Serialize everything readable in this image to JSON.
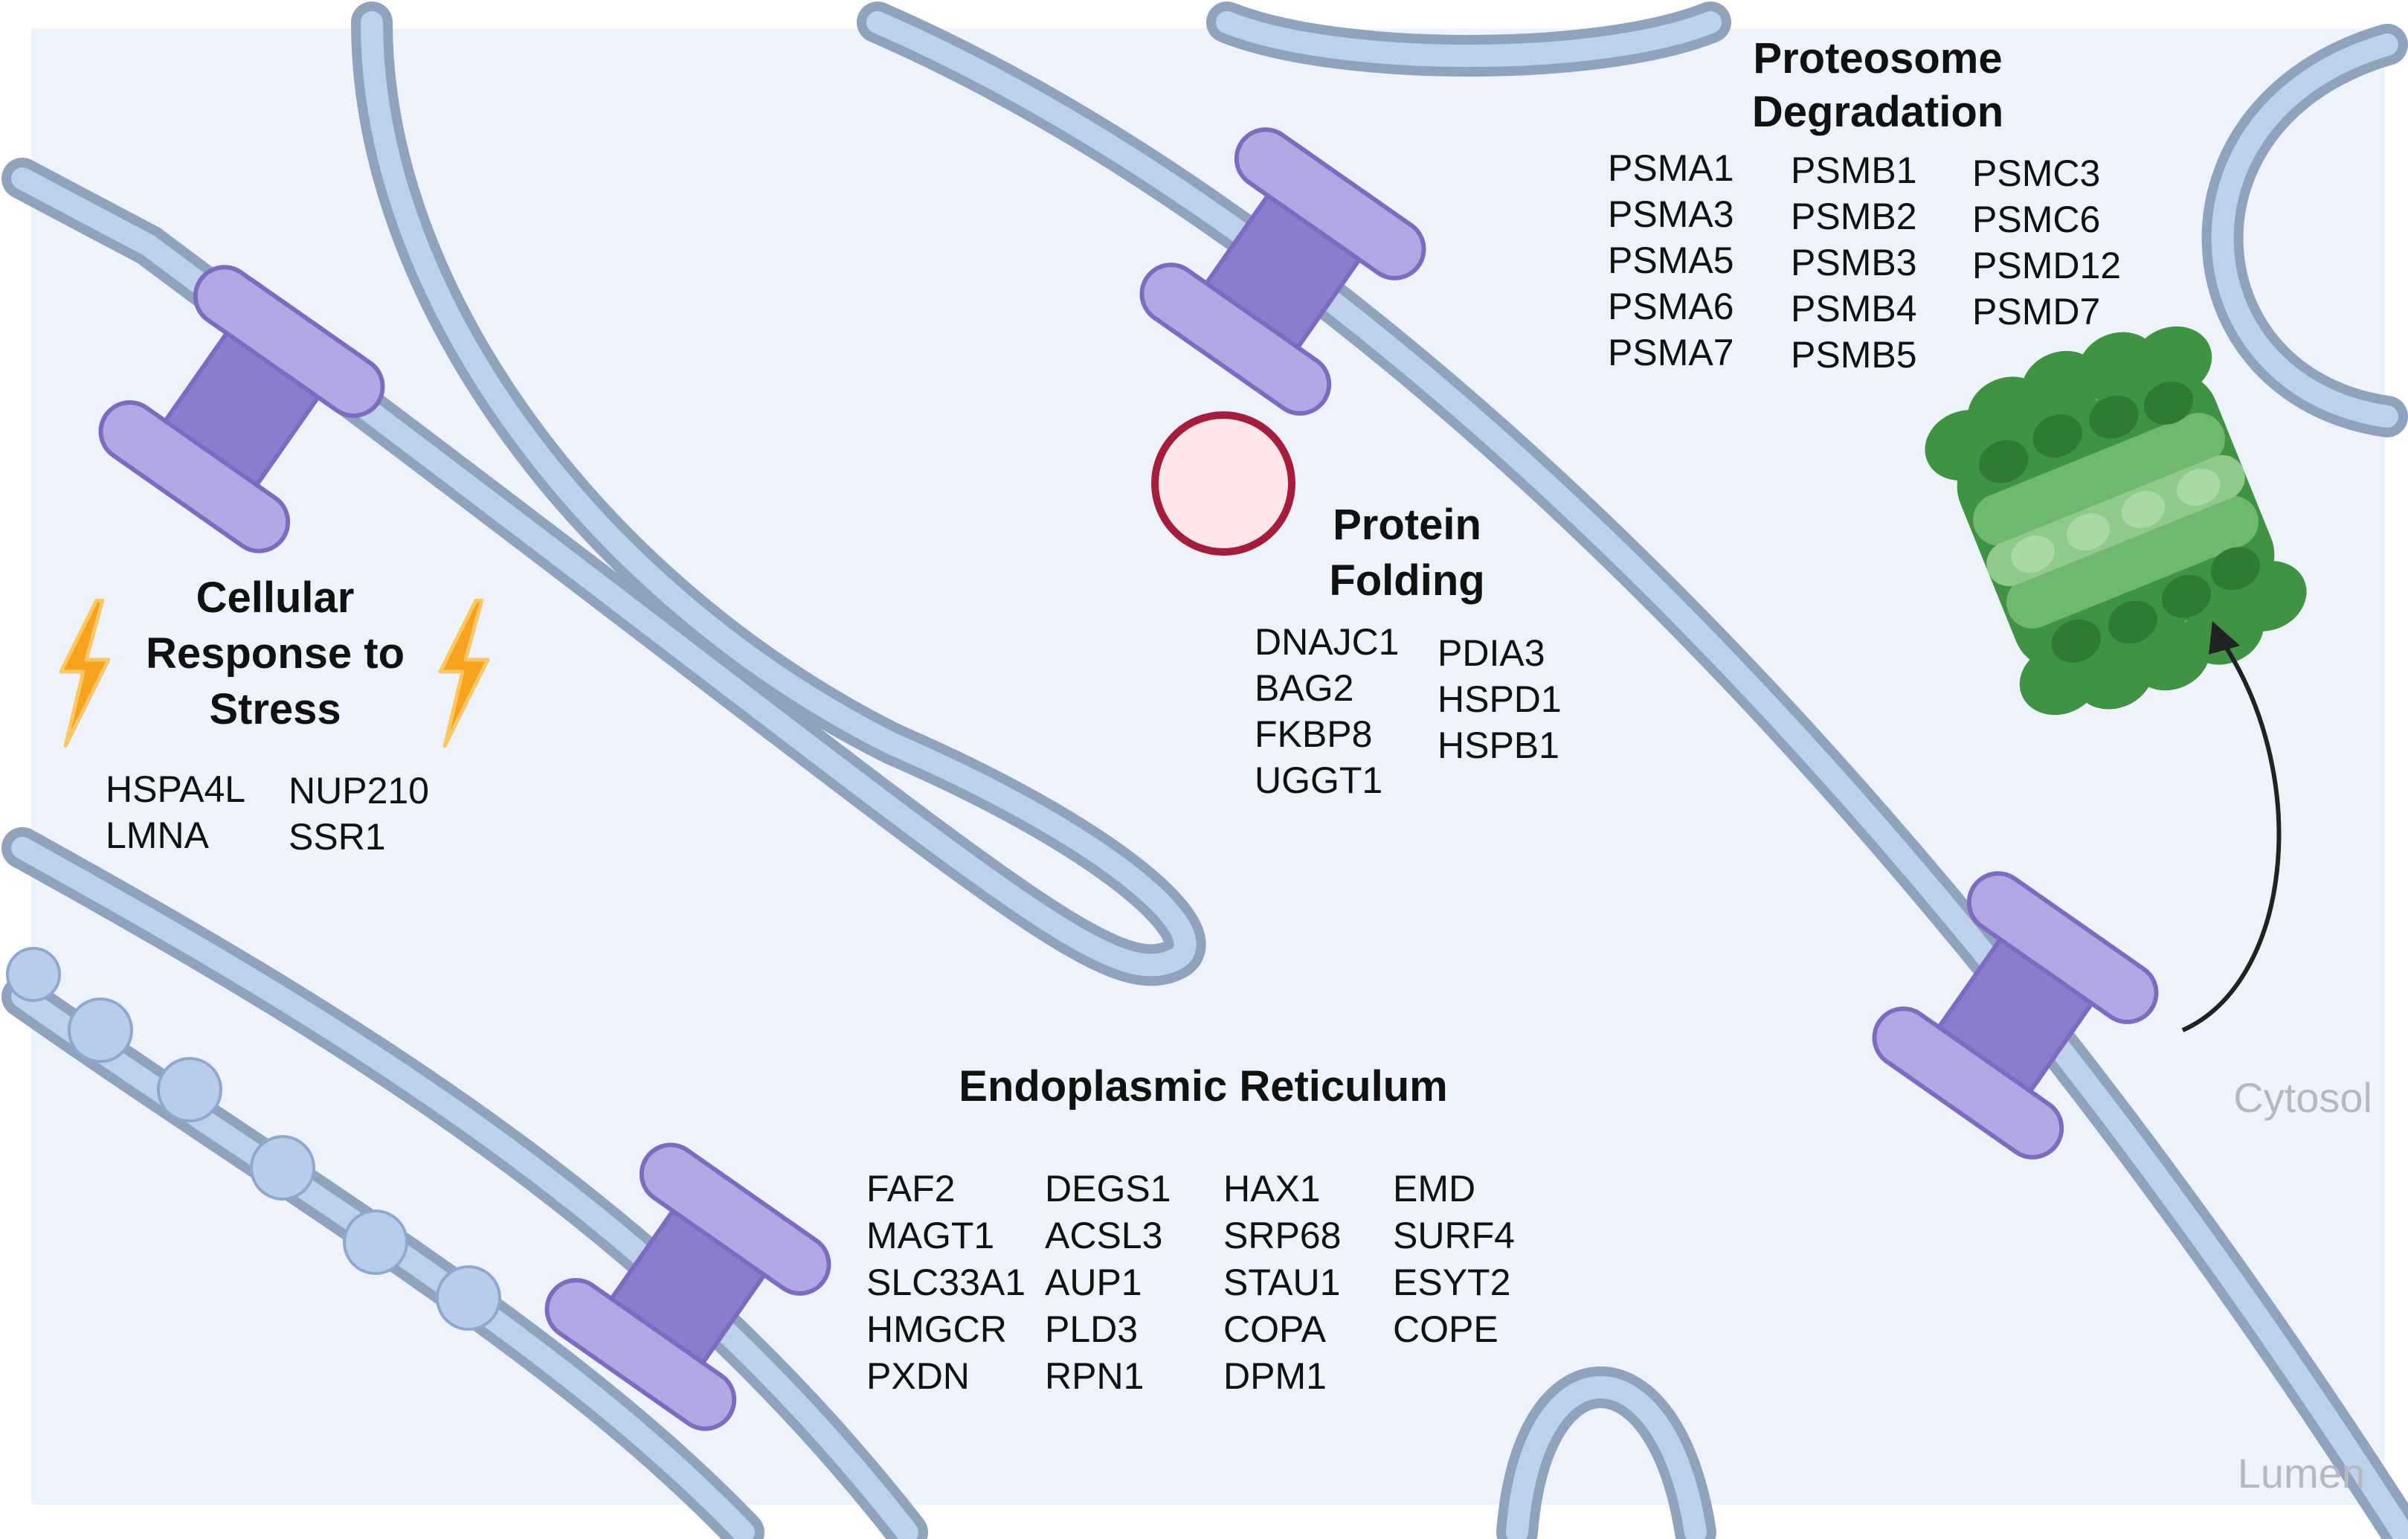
{
  "sections": {
    "cellular_stress": {
      "title_lines": [
        "Cellular",
        "Response to",
        "Stress"
      ],
      "genes_col1": [
        "HSPA4L",
        "LMNA"
      ],
      "genes_col2": [
        "NUP210",
        "SSR1"
      ]
    },
    "protein_folding": {
      "title_lines": [
        "Protein",
        "Folding"
      ],
      "genes_col1": [
        "DNAJC1",
        "BAG2",
        "FKBP8",
        "UGGT1"
      ],
      "genes_col2": [
        "PDIA3",
        "HSPD1",
        "HSPB1"
      ]
    },
    "proteosome": {
      "title_lines": [
        "Proteosome",
        "Degradation"
      ],
      "genes_col1": [
        "PSMA1",
        "PSMA3",
        "PSMA5",
        "PSMA6",
        "PSMA7"
      ],
      "genes_col2": [
        "PSMB1",
        "PSMB2",
        "PSMB3",
        "PSMB4",
        "PSMB5"
      ],
      "genes_col3": [
        "PSMC3",
        "PSMC6",
        "PSMD12",
        "PSMD7"
      ]
    },
    "er": {
      "title": "Endoplasmic Reticulum",
      "genes_col1": [
        "FAF2",
        "MAGT1",
        "SLC33A1",
        "HMGCR",
        "PXDN"
      ],
      "genes_col2": [
        "DEGS1",
        "ACSL3",
        "AUP1",
        "PLD3",
        "RPN1"
      ],
      "genes_col3": [
        "HAX1",
        "SRP68",
        "STAU1",
        "COPA",
        "DPM1"
      ],
      "genes_col4": [
        "EMD",
        "SURF4",
        "ESYT2",
        "COPE"
      ]
    }
  },
  "labels": {
    "cytosol": "Cytosol",
    "lumen": "Lumen"
  },
  "icons": {
    "channel": "membrane-channel-icon",
    "proteasome": "proteasome-complex-icon",
    "stress": "lightning-bolt-icon",
    "protein": "unfolded-protein-icon",
    "ribosome": "ribosome-icon"
  },
  "colors": {
    "background": "#eef3fb",
    "membrane_outer": "#8fa3bd",
    "membrane_inner": "#bfd1ea",
    "channel_light": "#b3a7e3",
    "channel_dark": "#8b7dce",
    "channel_stroke": "#7b6cc2",
    "proteasome_dark": "#3f9443",
    "proteasome_light": "#8ecb8a",
    "bolt": "#f6a21d",
    "protein_stroke": "#a51d3a",
    "protein_fill": "#fde6ea"
  }
}
